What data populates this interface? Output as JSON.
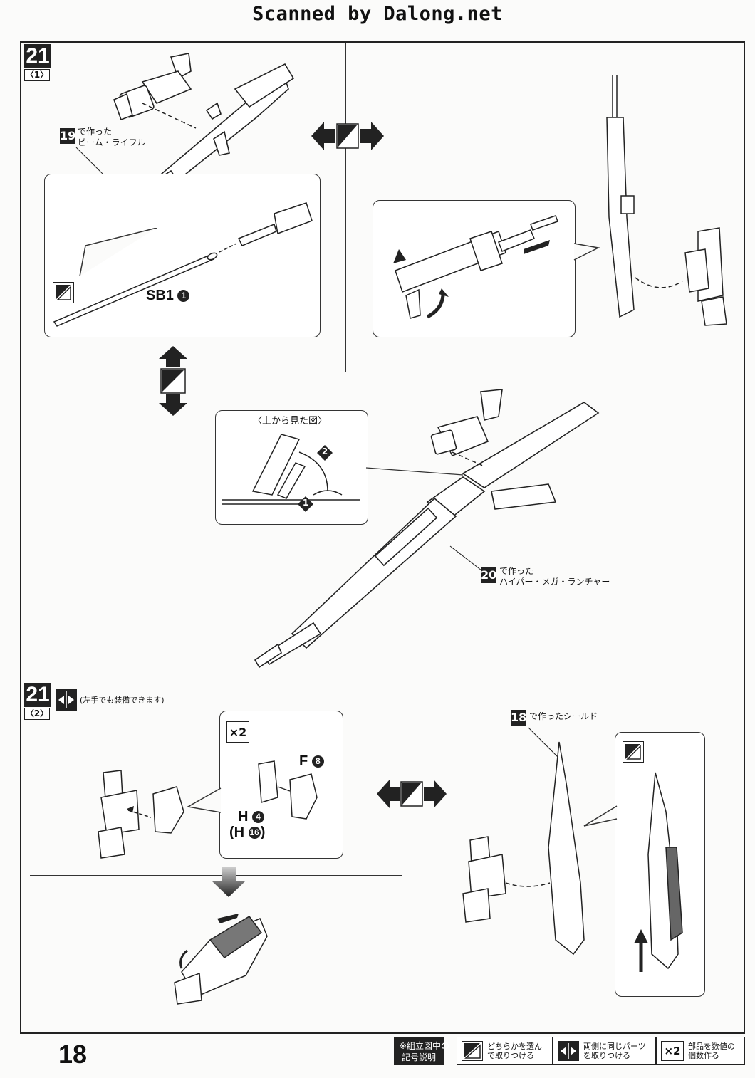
{
  "header": {
    "text": "Scanned by Dalong.net"
  },
  "page_number": "18",
  "step_upper": {
    "number": "21",
    "sub": "〈1〉",
    "rifle_ref_num": "19",
    "rifle_ref_text": "で作った\nビーム・ライフル",
    "part_label": "SB1",
    "part_num": "1",
    "topview_title": "〈上から見た図〉",
    "topview_step1": "1",
    "topview_step2": "2",
    "launcher_ref_num": "20",
    "launcher_ref_text": "で作った\nハイパー・メガ・ランチャー"
  },
  "step_lower": {
    "number": "21",
    "sub": "〈2〉",
    "note": "(左手でも装備できます)",
    "qty": "×2",
    "part_f": "F",
    "part_f_num": "8",
    "part_h": "H",
    "part_h_num": "4",
    "part_h_alt": "H",
    "part_h_alt_num": "16",
    "shield_ref_num": "18",
    "shield_ref_text": "で作ったシールド"
  },
  "legend": {
    "title": "※組立図中の\n記号説明",
    "items": [
      {
        "icon": "choose-one-icon",
        "text": "どちらかを選ん\nで取りつける"
      },
      {
        "icon": "both-sides-icon",
        "text": "両側に同じパーツ\nを取りつける"
      },
      {
        "icon": "multiply-2-icon",
        "text": "部品を数値の\n個数作る",
        "symbol": "×2"
      }
    ]
  }
}
